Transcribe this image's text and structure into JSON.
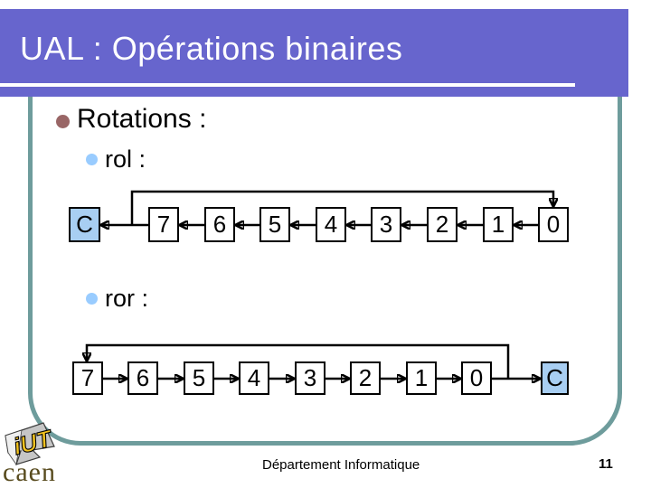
{
  "title": "UAL : Opérations binaires",
  "content": {
    "heading": "Rotations :",
    "rol": {
      "label": "rol :",
      "direction": "left",
      "cells": [
        "C",
        "7",
        "6",
        "5",
        "4",
        "3",
        "2",
        "1",
        "0"
      ]
    },
    "ror": {
      "label": "ror :",
      "direction": "right",
      "cells": [
        "7",
        "6",
        "5",
        "4",
        "3",
        "2",
        "1",
        "0",
        "C"
      ]
    }
  },
  "footer": {
    "department": "Département Informatique",
    "page_number": "11"
  },
  "logo": {
    "acronym": "iUT",
    "city": "caen"
  },
  "colors": {
    "header_bar": "#6765CD",
    "frame": "#6E9C9C",
    "carry_box_fill": "#A8CEF2",
    "bullet_level1": "#996666",
    "bullet_level2": "#99CCFF"
  }
}
